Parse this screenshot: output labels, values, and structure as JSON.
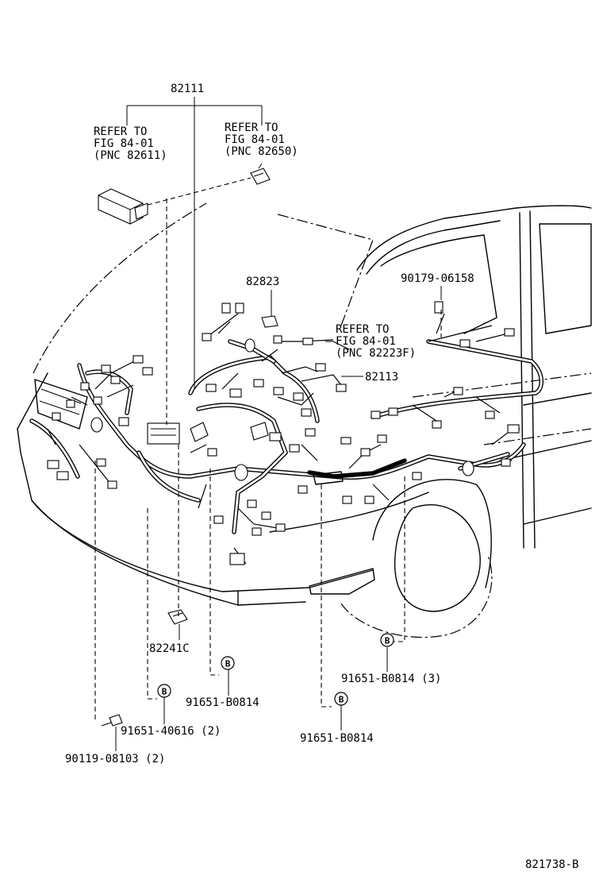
{
  "labels": {
    "part_82111": "82111",
    "refer_left_1": "REFER TO",
    "refer_left_2": "FIG 84-01",
    "refer_left_3": "(PNC 82611)",
    "refer_right_1": "REFER TO",
    "refer_right_2": "FIG 84-01",
    "refer_right_3": "(PNC 82650)",
    "part_82823": "82823",
    "part_90179": "90179-06158",
    "refer_mid_1": "REFER TO",
    "refer_mid_2": "FIG 84-01",
    "refer_mid_3": "(PNC 82223F)",
    "part_82113": "82113",
    "part_82241C": "82241C",
    "clip_b_mid": "91651-B0814",
    "clip_b_right": "91651-B0814 (3)",
    "clip_b_left": "91651-40616 (2)",
    "clip_b_bottom": "91651-B0814",
    "bolt": "90119-08103 (2)",
    "figure_id": "821738-B"
  },
  "clip_marker": "B",
  "icons": {
    "clip_marker_icon": "circle-letter-b",
    "bolt_icon": "hex-bolt"
  }
}
